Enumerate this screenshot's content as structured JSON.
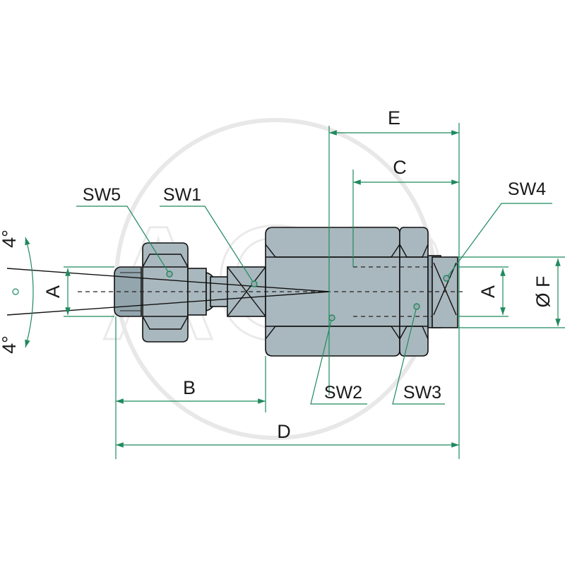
{
  "drawing": {
    "watermark": "AGP",
    "labels": {
      "E": "E",
      "C": "C",
      "SW4": "SW4",
      "SW5": "SW5",
      "SW1": "SW1",
      "A_left": "A",
      "A_right": "A",
      "F": "Ø F",
      "B": "B",
      "D": "D",
      "SW2": "SW2",
      "SW3": "SW3",
      "angle_top": "4°",
      "angle_bottom": "4°"
    },
    "colors": {
      "dimension_line": "#1f8a5e",
      "part_fill": "#a9b8be",
      "outline": "#111111"
    }
  }
}
